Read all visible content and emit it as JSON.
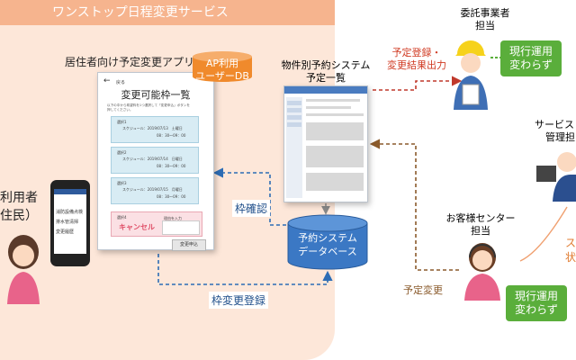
{
  "region": {
    "title": "ワンストップ日程変更サービス"
  },
  "app": {
    "caption": "居住者向け予定変更アプリ",
    "back_label": "戻る",
    "title": "変更可能枠一覧",
    "instruction_1": "以下の中から希望枠を1つ選択して「変更申込」ボタンを",
    "instruction_2": "押してください。",
    "slots": [
      {
        "label": "選択1",
        "schedule": "スケジュール：2019/07/13　土曜日",
        "time": "08：30～09：00"
      },
      {
        "label": "選択2",
        "schedule": "スケジュール：2019/07/14　日曜日",
        "time": "08：30～09：00"
      },
      {
        "label": "選択3",
        "schedule": "スケジュール：2019/07/15　月曜日",
        "time": "08：30～09：00"
      }
    ],
    "cancel_slot": {
      "label": "選択4",
      "cancel": "キャンセル",
      "reason": "理由を入力"
    },
    "submit": "変更申込"
  },
  "ap_db": {
    "line1": "AP利用",
    "line2": "ユーザーDB"
  },
  "phone": {
    "items": [
      "消防設備点検",
      "排水管清掃",
      "変更履歴"
    ]
  },
  "resident": {
    "line1": "利用者",
    "line2": "住民）"
  },
  "schedule_list": {
    "caption_line1": "物件別予約システム",
    "caption_line2": "予定一覧"
  },
  "system_db": {
    "line1": "予約システム",
    "line2": "データベース"
  },
  "arrows": {
    "slot_check": "枠確認",
    "slot_change": "枠変更登録",
    "register_line1": "予定登録・",
    "register_line2": "変更結果出力",
    "schedule_change": "予定変更"
  },
  "contractor": {
    "line1": "委託事業者",
    "line2": "担当"
  },
  "green_top": {
    "text": "現行運用\n変わらず"
  },
  "green_bottom": {
    "text": "現行運用\n変わらず"
  },
  "service_mgr": {
    "line1": "サービス",
    "line2": "管理担"
  },
  "call_center": {
    "line1": "お客様センター",
    "line2": "担当"
  },
  "right_cut": {
    "line1": "ス",
    "line2": "状"
  },
  "colors": {
    "region_bg": "#fde7d9",
    "region_title": "#f6b48e",
    "green": "#5aae3b",
    "db_blue": "#3b78c4",
    "db_orange": "#f08a2c",
    "red_arrow": "#c0392b",
    "blue_arrow": "#2d6db5",
    "brown_arrow": "#8a5a2b"
  }
}
